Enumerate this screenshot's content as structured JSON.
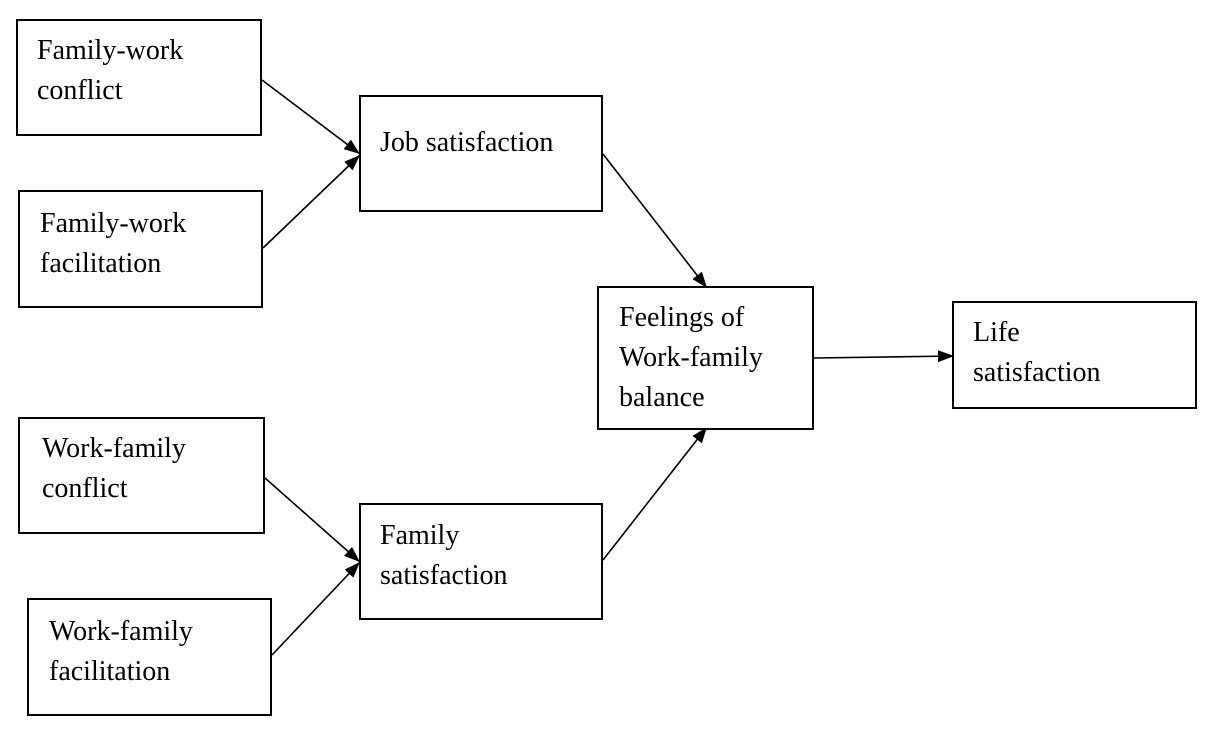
{
  "diagram": {
    "nodes": {
      "family_work_conflict": {
        "lines": [
          "Family-work",
          "conflict"
        ]
      },
      "family_work_facilitation": {
        "lines": [
          "Family-work",
          "facilitation"
        ]
      },
      "job_satisfaction": {
        "lines": [
          "Job satisfaction"
        ]
      },
      "feelings_balance": {
        "lines": [
          "Feelings of",
          "Work-family",
          "balance"
        ]
      },
      "life_satisfaction": {
        "lines": [
          "Life",
          "satisfaction"
        ]
      },
      "work_family_conflict": {
        "lines": [
          "Work-family",
          "conflict"
        ]
      },
      "family_satisfaction": {
        "lines": [
          "Family",
          "satisfaction"
        ]
      },
      "work_family_facilitation": {
        "lines": [
          "Work-family",
          "facilitation"
        ]
      }
    },
    "edges": [
      {
        "from": "family_work_conflict",
        "to": "job_satisfaction"
      },
      {
        "from": "family_work_facilitation",
        "to": "job_satisfaction"
      },
      {
        "from": "work_family_conflict",
        "to": "family_satisfaction"
      },
      {
        "from": "work_family_facilitation",
        "to": "family_satisfaction"
      },
      {
        "from": "job_satisfaction",
        "to": "feelings_balance"
      },
      {
        "from": "family_satisfaction",
        "to": "feelings_balance"
      },
      {
        "from": "feelings_balance",
        "to": "life_satisfaction"
      }
    ]
  }
}
